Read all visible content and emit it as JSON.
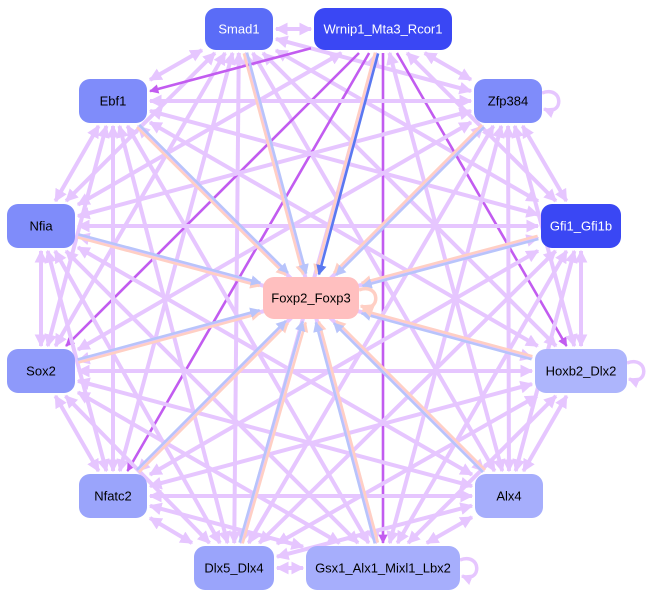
{
  "graph": {
    "center": {
      "id": "foxp2",
      "label": "Foxp2_Foxp3",
      "fill": "#ffbfbf",
      "text": "#000000"
    },
    "nodes": [
      {
        "id": "smad1",
        "label": "Smad1",
        "fill": "#5a6cf7",
        "text": "#ffffff"
      },
      {
        "id": "wrnip1",
        "label": "Wrnip1_Mta3_Rcor1",
        "fill": "#3a47f4",
        "text": "#ffffff"
      },
      {
        "id": "ebf1",
        "label": "Ebf1",
        "fill": "#7f8cfa",
        "text": "#000000"
      },
      {
        "id": "zfp384",
        "label": "Zfp384",
        "fill": "#7f8cfa",
        "text": "#000000"
      },
      {
        "id": "nfia",
        "label": "Nfia",
        "fill": "#7f8cfa",
        "text": "#000000"
      },
      {
        "id": "gfi1",
        "label": "Gfi1_Gfi1b",
        "fill": "#3a47f4",
        "text": "#ffffff"
      },
      {
        "id": "sox2",
        "label": "Sox2",
        "fill": "#8e99fa",
        "text": "#000000"
      },
      {
        "id": "hoxb2",
        "label": "Hoxb2_Dlx2",
        "fill": "#adb5fc",
        "text": "#000000"
      },
      {
        "id": "nfatc2",
        "label": "Nfatc2",
        "fill": "#9aa4fb",
        "text": "#000000"
      },
      {
        "id": "alx4",
        "label": "Alx4",
        "fill": "#a6aefc",
        "text": "#000000"
      },
      {
        "id": "dlx5",
        "label": "Dlx5_Dlx4",
        "fill": "#9aa4fb",
        "text": "#000000"
      },
      {
        "id": "gsx1",
        "label": "Gsx1_Alx1_Mixl1_Lbx2",
        "fill": "#a6aefc",
        "text": "#000000"
      }
    ],
    "edge_colors": {
      "regular": "#e6c6ff",
      "strong": "#c25cf0",
      "to_center_blue": "#b8c4fb",
      "to_center_pink": "#ffcfc4",
      "dark_blue": "#5a78f0"
    },
    "self_loops": [
      "zfp384",
      "hoxb2",
      "gsx1",
      "foxp2"
    ],
    "strong_edges": [
      [
        "wrnip1",
        "ebf1"
      ],
      [
        "wrnip1",
        "sox2"
      ],
      [
        "wrnip1",
        "nfatc2"
      ],
      [
        "wrnip1",
        "gsx1"
      ],
      [
        "wrnip1",
        "hoxb2"
      ]
    ],
    "dark_edges": [
      [
        "wrnip1",
        "foxp2"
      ]
    ]
  }
}
